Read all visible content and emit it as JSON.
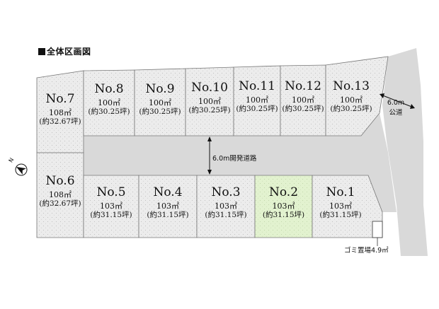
{
  "title": "全体区画図",
  "lots": [
    {
      "no": "No.1",
      "area": "103㎡",
      "tsubo": "(約31.15坪)",
      "highlight": false
    },
    {
      "no": "No.2",
      "area": "103㎡",
      "tsubo": "(約31.15坪)",
      "highlight": true
    },
    {
      "no": "No.3",
      "area": "103㎡",
      "tsubo": "(約31.15坪)",
      "highlight": false
    },
    {
      "no": "No.4",
      "area": "103㎡",
      "tsubo": "(約31.15坪)",
      "highlight": false
    },
    {
      "no": "No.5",
      "area": "103㎡",
      "tsubo": "(約31.15坪)",
      "highlight": false
    },
    {
      "no": "No.6",
      "area": "108㎡",
      "tsubo": "(約32.67坪)",
      "highlight": false
    },
    {
      "no": "No.7",
      "area": "108㎡",
      "tsubo": "(約32.67坪)",
      "highlight": false
    },
    {
      "no": "No.8",
      "area": "100㎡",
      "tsubo": "(約30.25坪)",
      "highlight": false
    },
    {
      "no": "No.9",
      "area": "100㎡",
      "tsubo": "(約30.25坪)",
      "highlight": false
    },
    {
      "no": "No.10",
      "area": "100㎡",
      "tsubo": "(約30.25坪)",
      "highlight": false
    },
    {
      "no": "No.11",
      "area": "100㎡",
      "tsubo": "(約30.25坪)",
      "highlight": false
    },
    {
      "no": "No.12",
      "area": "100㎡",
      "tsubo": "(約30.25坪)",
      "highlight": false
    },
    {
      "no": "No.13",
      "area": "100㎡",
      "tsubo": "(約30.25坪)",
      "highlight": false
    }
  ],
  "internal_road": "6.0m開発道路",
  "public_road": {
    "width": "6.0m",
    "label": "公道"
  },
  "garbage": "ゴミ置場4.9㎡",
  "compass": "N",
  "colors": {
    "lot": "#ececec",
    "road": "#d9d9d9",
    "highlight": "#e2f2cf",
    "line": "#555555"
  }
}
